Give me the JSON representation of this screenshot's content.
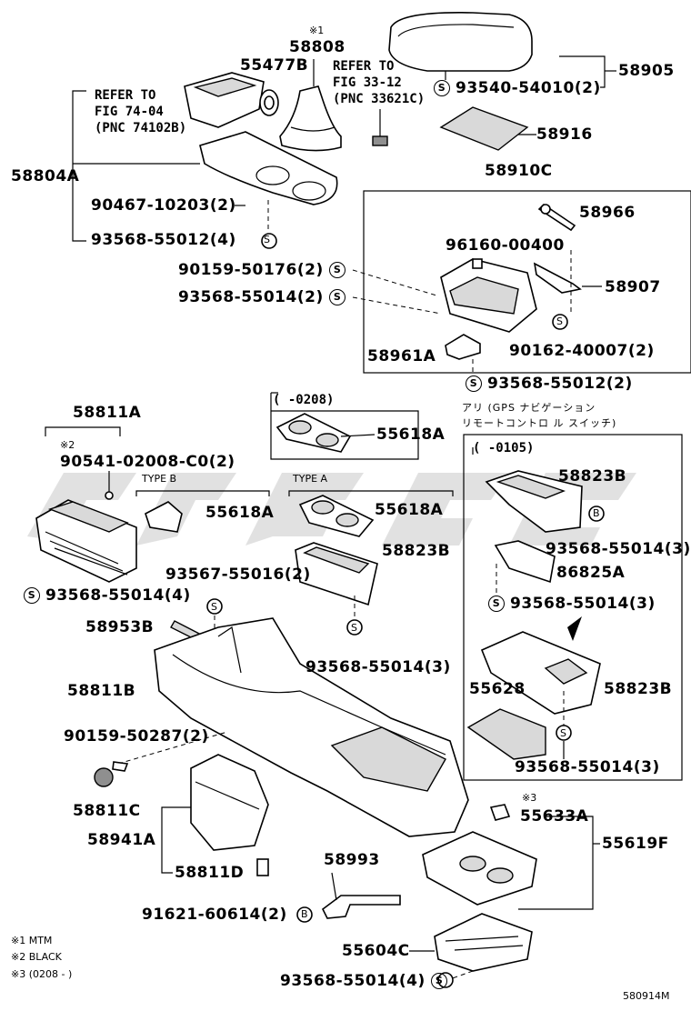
{
  "diagram": {
    "fig_number": "580914M",
    "notes": [
      {
        "mark": "※1",
        "text": "MTM"
      },
      {
        "mark": "※2",
        "text": "BLACK"
      },
      {
        "mark": "※3",
        "text": "(0208 -       )"
      }
    ],
    "refer": {
      "fig74_line1": "REFER TO",
      "fig74_line2": "FIG 74-04",
      "fig74_line3": "(PNC 74102B)",
      "fig33_line1": "REFER TO",
      "fig33_line2": "FIG 33-12",
      "fig33_line3": "(PNC 33621C)"
    },
    "ranges": {
      "r0208": "(      -0208)",
      "r0105": "(      -0105)"
    },
    "jp_line1": "アリ (GPS ナビゲーション",
    "jp_line2": "リモートコントロ  ル スイッチ)",
    "type_b": "TYPE B",
    "type_a": "TYPE A",
    "marks": {
      "m1": "※1",
      "m2": "※2",
      "m3": "※3",
      "s": "S",
      "b": "B"
    },
    "parts": {
      "p58808": "58808",
      "p55477B": "55477B",
      "p58905": "58905",
      "p93540": "93540-54010(2)",
      "p58916": "58916",
      "p58804A": "58804A",
      "p90467": "90467-10203(2)",
      "p93568_55012_4": "93568-55012(4)",
      "p58910C": "58910C",
      "p58966": "58966",
      "p96160": "96160-00400",
      "p58907": "58907",
      "p90159_50176": "90159-50176(2)",
      "p93568_55014_2": "93568-55014(2)",
      "p90162": "90162-40007(2)",
      "p58961A": "58961A",
      "p93568_55012_2": "93568-55012(2)",
      "p58811A": "58811A",
      "p90541": "90541-02008-C0(2)",
      "p55618A_top": "55618A",
      "p55618A_b": "55618A",
      "p55618A_a": "55618A",
      "p58823B_1": "58823B",
      "p58823B_2": "58823B",
      "p58823B_3": "58823B",
      "p93568_55014_3a": "93568-55014(3)",
      "p86825A": "86825A",
      "p93568_55014_3b": "93568-55014(3)",
      "p93567": "93567-55016(2)",
      "p93568_55014_4a": "93568-55014(4)",
      "p58953B": "58953B",
      "p93568_55014_3c": "93568-55014(3)",
      "p55628": "55628",
      "p58811B": "58811B",
      "p93568_55014_3d": "93568-55014(3)",
      "p90159_50287": "90159-50287(2)",
      "p58811C": "58811C",
      "p55633A": "55633A",
      "p58941A": "58941A",
      "p55619F": "55619F",
      "p58993": "58993",
      "p58811D": "58811D",
      "p91621": "91621-60614(2)",
      "p55604C": "55604C",
      "p93568_55014_4b": "93568-55014(4)"
    }
  }
}
